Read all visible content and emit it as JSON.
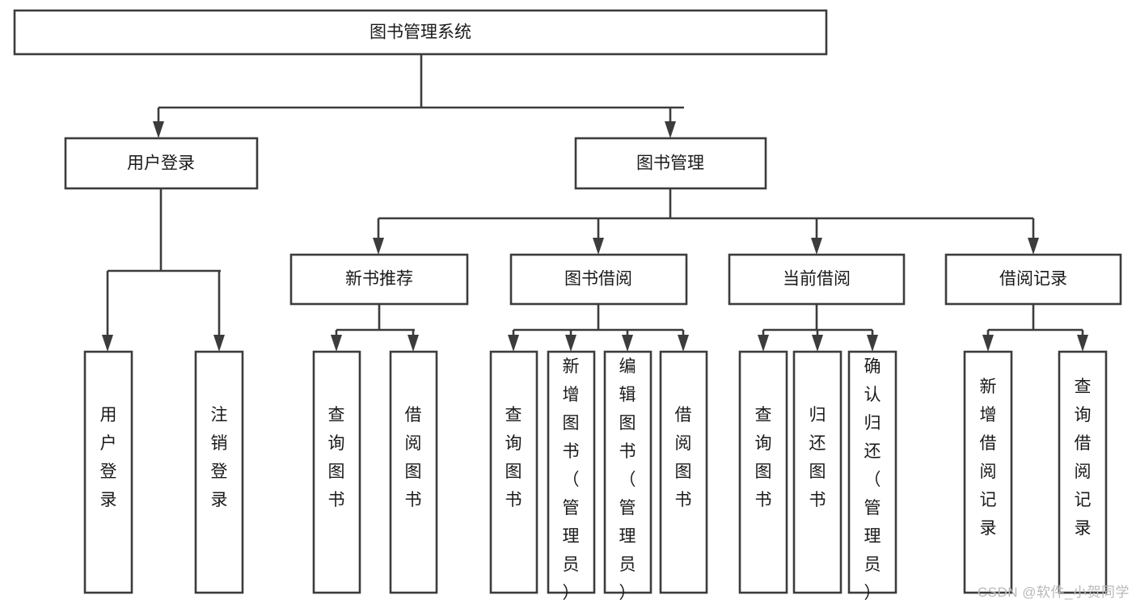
{
  "diagram": {
    "title": "图书管理系统",
    "type": "tree-hierarchy",
    "watermark": "CSDN @软件_小贺同学",
    "colors": {
      "stroke": "#3c3c3c",
      "fill": "#ffffff",
      "text": "#1a1a1a",
      "watermark": "#b9b9b9",
      "background": "#ffffff"
    },
    "nodes": {
      "root": {
        "label": "图书管理系统",
        "level": 0,
        "orientation": "horizontal"
      },
      "level1": [
        {
          "id": "user-login",
          "label": "用户登录",
          "orientation": "horizontal"
        },
        {
          "id": "book-manage",
          "label": "图书管理",
          "orientation": "horizontal"
        }
      ],
      "level2": [
        {
          "id": "new-book-recommend",
          "label": "新书推荐",
          "orientation": "horizontal",
          "parent": "book-manage"
        },
        {
          "id": "book-borrow",
          "label": "图书借阅",
          "orientation": "horizontal",
          "parent": "book-manage"
        },
        {
          "id": "current-borrow",
          "label": "当前借阅",
          "orientation": "horizontal",
          "parent": "book-manage"
        },
        {
          "id": "borrow-record",
          "label": "借阅记录",
          "orientation": "horizontal",
          "parent": "book-manage"
        }
      ],
      "leaves": [
        {
          "id": "leaf-user-login",
          "label": "用户登录",
          "orientation": "vertical",
          "parent": "user-login"
        },
        {
          "id": "leaf-logout-login",
          "label": "注销登录",
          "orientation": "vertical",
          "parent": "user-login"
        },
        {
          "id": "leaf-query-book-1",
          "label": "查询图书",
          "orientation": "vertical",
          "parent": "new-book-recommend"
        },
        {
          "id": "leaf-borrow-book-1",
          "label": "借阅图书",
          "orientation": "vertical",
          "parent": "new-book-recommend"
        },
        {
          "id": "leaf-query-book-2",
          "label": "查询图书",
          "orientation": "vertical",
          "parent": "book-borrow"
        },
        {
          "id": "leaf-add-book",
          "label": "新增图书（管理员）",
          "orientation": "vertical",
          "parent": "book-borrow"
        },
        {
          "id": "leaf-edit-book",
          "label": "编辑图书（管理员）",
          "orientation": "vertical",
          "parent": "book-borrow"
        },
        {
          "id": "leaf-borrow-book-2",
          "label": "借阅图书",
          "orientation": "vertical",
          "parent": "book-borrow"
        },
        {
          "id": "leaf-query-book-3",
          "label": "查询图书",
          "orientation": "vertical",
          "parent": "current-borrow"
        },
        {
          "id": "leaf-return-book",
          "label": "归还图书",
          "orientation": "vertical",
          "parent": "current-borrow"
        },
        {
          "id": "leaf-confirm-return",
          "label": "确认归还（管理员）",
          "orientation": "vertical",
          "parent": "current-borrow"
        },
        {
          "id": "leaf-add-record",
          "label": "新增借阅记录",
          "orientation": "vertical",
          "parent": "borrow-record"
        },
        {
          "id": "leaf-query-record",
          "label": "查询借阅记录",
          "orientation": "vertical",
          "parent": "borrow-record"
        }
      ]
    }
  }
}
